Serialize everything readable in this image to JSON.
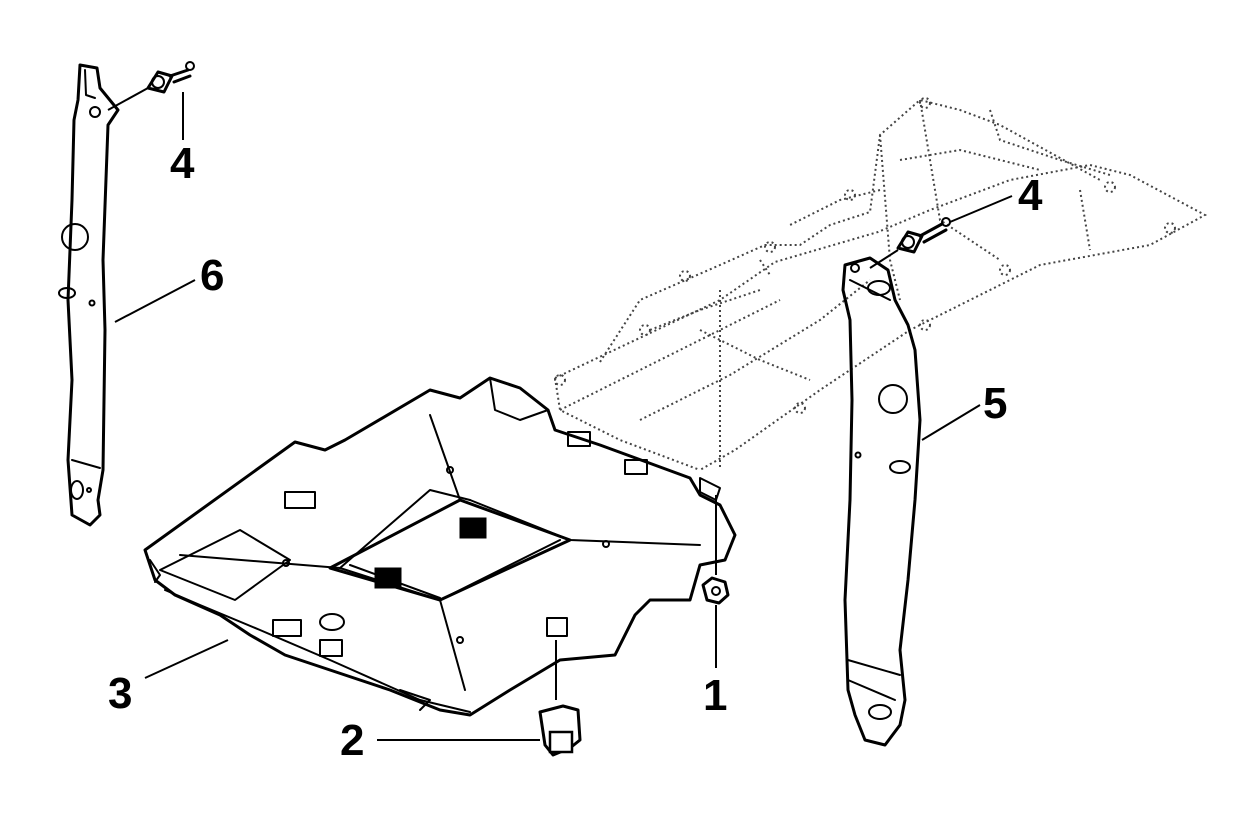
{
  "callouts": {
    "part_1": "1",
    "part_2": "2",
    "part_3": "3",
    "part_4_left": "4",
    "part_4_right": "4",
    "part_5": "5",
    "part_6": "6"
  }
}
